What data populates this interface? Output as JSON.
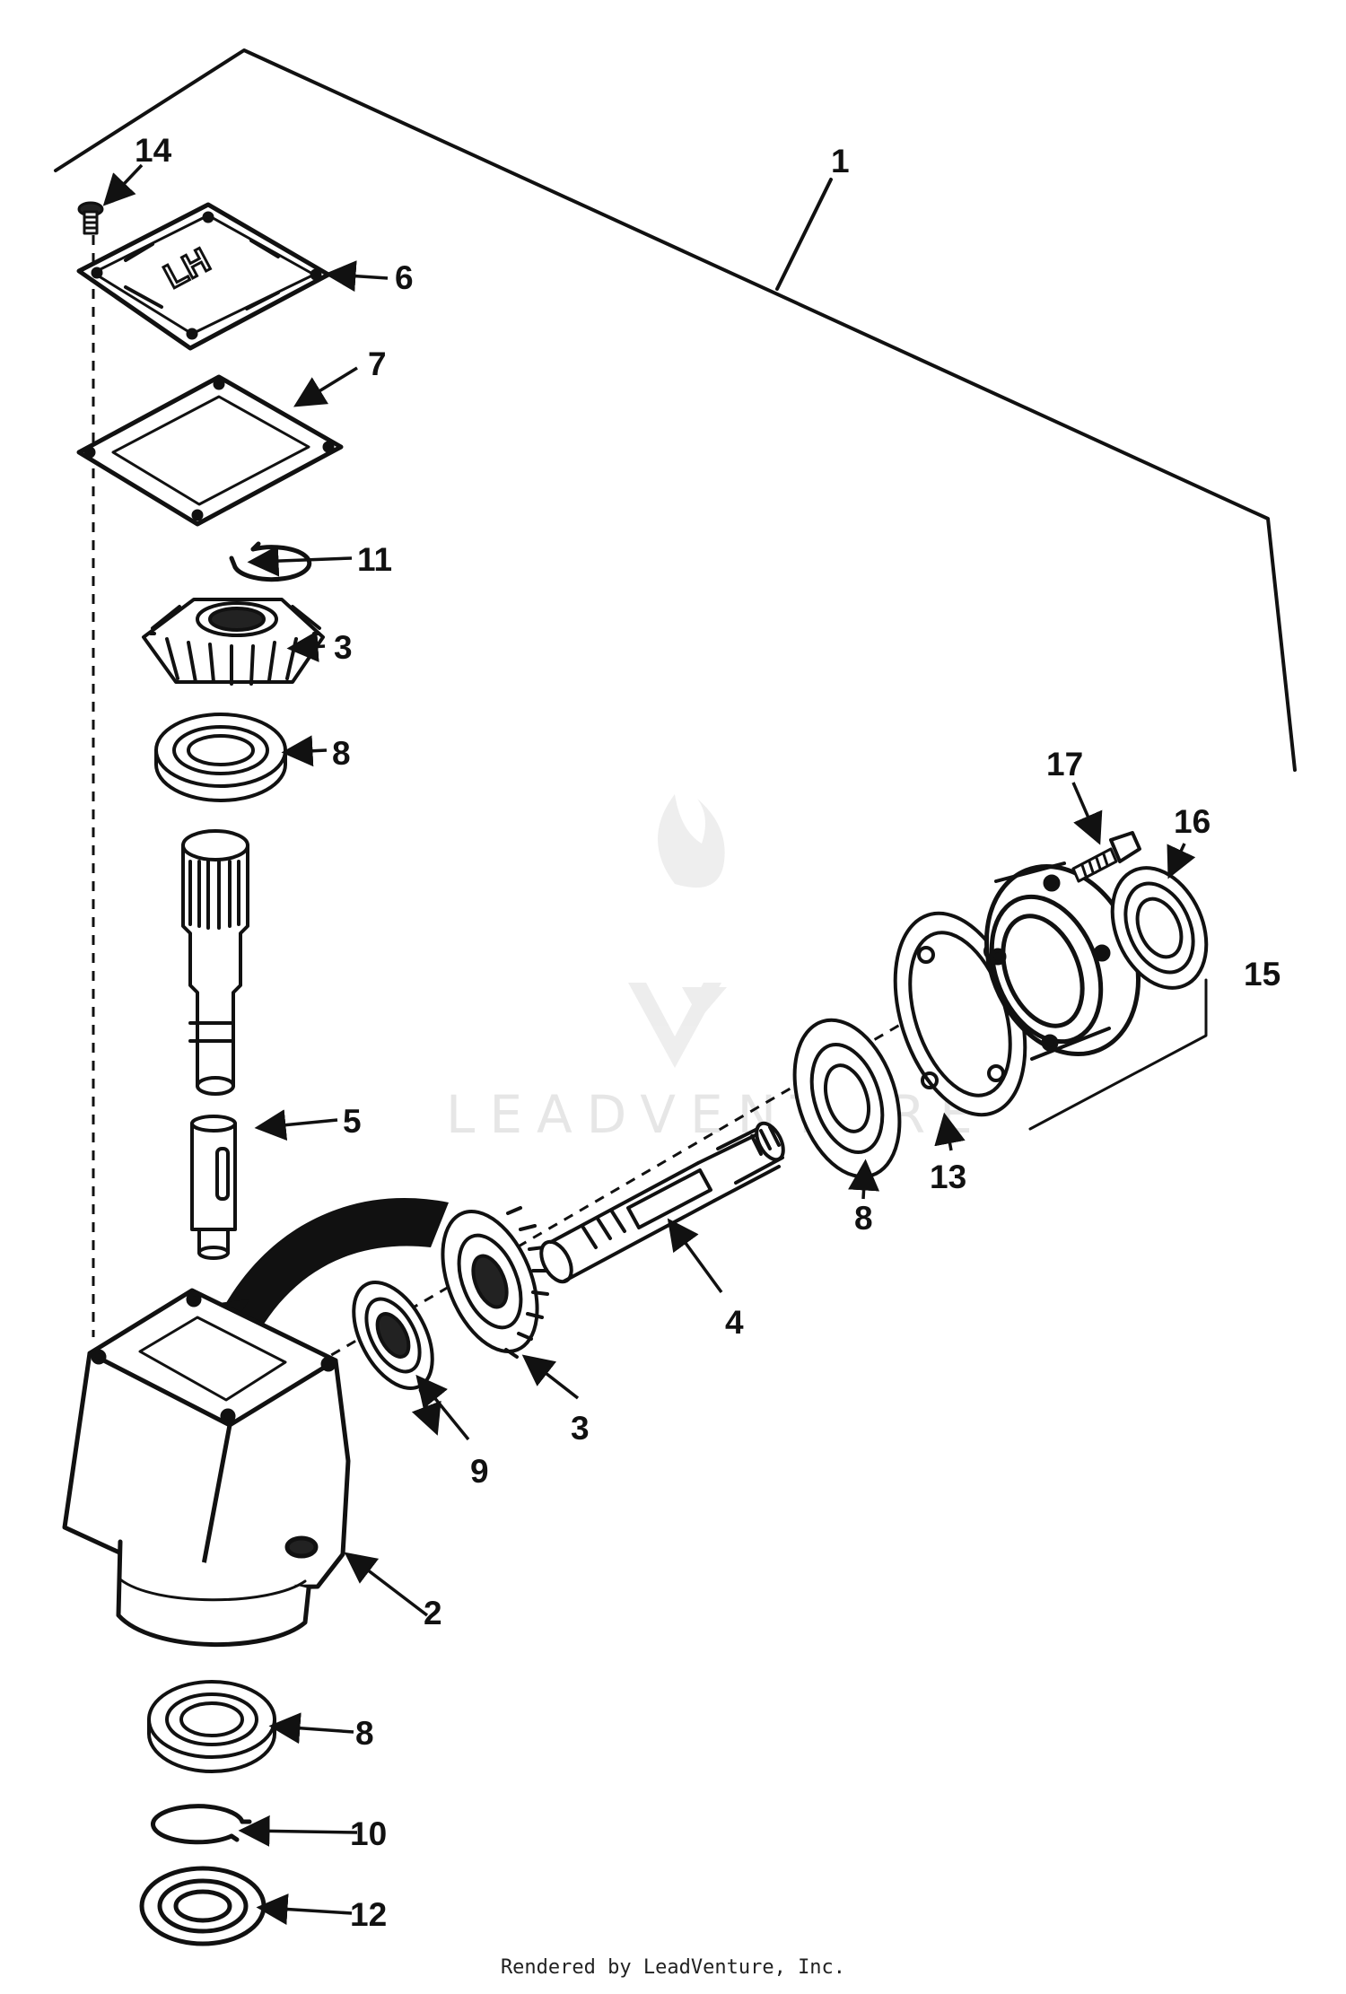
{
  "callouts": {
    "c1": "1",
    "c2": "2",
    "c3a": "3",
    "c3b": "3",
    "c4": "4",
    "c5": "5",
    "c6": "6",
    "c7": "7",
    "c8a": "8",
    "c8b": "8",
    "c8c": "8",
    "c9": "9",
    "c10": "10",
    "c11": "11",
    "c12": "12",
    "c13": "13",
    "c14": "14",
    "c15": "15",
    "c16": "16",
    "c17": "17"
  },
  "cover_marking": "LH",
  "watermark": "LEADVENTURE",
  "footer": "Rendered by LeadVenture, Inc."
}
